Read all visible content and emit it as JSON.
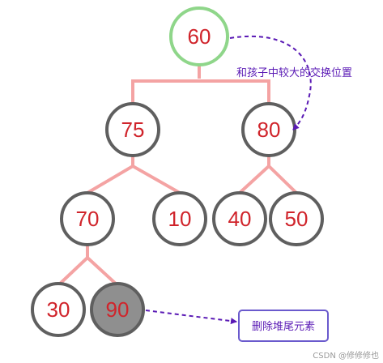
{
  "nodes": [
    {
      "id": "root",
      "label": "60",
      "style": "root"
    },
    {
      "id": "l1",
      "label": "75",
      "style": "normal"
    },
    {
      "id": "r1",
      "label": "80",
      "style": "normal"
    },
    {
      "id": "l2",
      "label": "70",
      "style": "normal"
    },
    {
      "id": "m2",
      "label": "10",
      "style": "normal"
    },
    {
      "id": "r2a",
      "label": "40",
      "style": "normal"
    },
    {
      "id": "r2b",
      "label": "50",
      "style": "normal"
    },
    {
      "id": "l3",
      "label": "30",
      "style": "normal"
    },
    {
      "id": "g3",
      "label": "90",
      "style": "removed"
    }
  ],
  "edges": [
    [
      "root",
      "l1"
    ],
    [
      "root",
      "r1"
    ],
    [
      "l1",
      "l2"
    ],
    [
      "l1",
      "m2"
    ],
    [
      "r1",
      "r2a"
    ],
    [
      "r1",
      "r2b"
    ],
    [
      "l2",
      "l3"
    ],
    [
      "l2",
      "g3"
    ]
  ],
  "annotations": {
    "swap_text": "和孩子中较大的交换位置",
    "delete_text": "删除堆尾元素"
  },
  "watermark": "CSDN @修修修也",
  "colors": {
    "root_border": "#8fd68a",
    "node_border": "#5f5f5f",
    "node_text": "#d0242b",
    "removed_fill": "#8f8f8f",
    "edge": "#f4a3a3",
    "arrow": "#5a1ab5",
    "box_border": "#6a5acd"
  }
}
